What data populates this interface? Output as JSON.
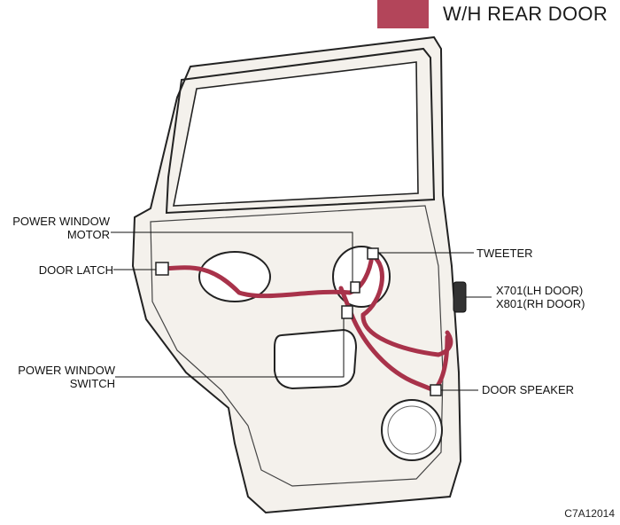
{
  "header": {
    "title": "W/H REAR DOOR",
    "accent_color": "#b3455a"
  },
  "labels": {
    "power_window_motor_line1": "POWER WINDOW",
    "power_window_motor_line2": "MOTOR",
    "door_latch": "DOOR LATCH",
    "power_window_switch_line1": "POWER WINDOW",
    "power_window_switch_line2": "SWITCH",
    "tweeter": "TWEETER",
    "connector_lh": "X701(LH DOOR)",
    "connector_rh": "X801(RH DOOR)",
    "door_speaker": "DOOR SPEAKER"
  },
  "figure_code": "C7A12014",
  "colors": {
    "harness": "#a8324a",
    "outline": "#222222",
    "panel": "#f4f1ec"
  }
}
